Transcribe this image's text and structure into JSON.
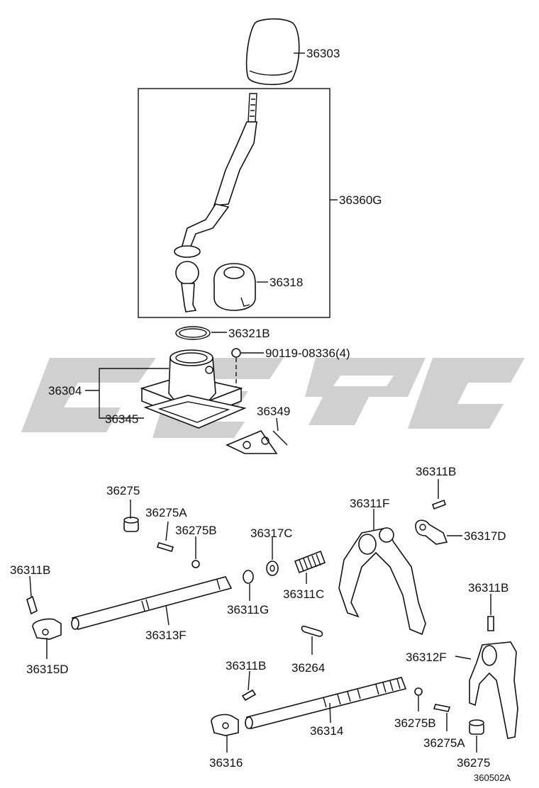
{
  "diagram": {
    "drawing_number": "360502A",
    "callouts": {
      "c36303": "36303",
      "c36360G": "36360G",
      "c36318": "36318",
      "c36321B": "36321B",
      "c90119": "90119-08336(4)",
      "c36304": "36304",
      "c36345": "36345",
      "c36349": "36349",
      "c36275_a": "36275",
      "c36275A_a": "36275A",
      "c36275B_a": "36275B",
      "c36317C": "36317C",
      "c36311F": "36311F",
      "c36311B_a": "36311B",
      "c36317D": "36317D",
      "c36311B_b": "36311B",
      "c36311C": "36311C",
      "c36311G": "36311G",
      "c36313F": "36313F",
      "c36315D": "36315D",
      "c36311B_c": "36311B",
      "c36312F": "36312F",
      "c36311B_d": "36311B",
      "c36264": "36264",
      "c36314": "36314",
      "c36316": "36316",
      "c36275B_b": "36275B",
      "c36275A_b": "36275A",
      "c36275_b": "36275"
    }
  }
}
